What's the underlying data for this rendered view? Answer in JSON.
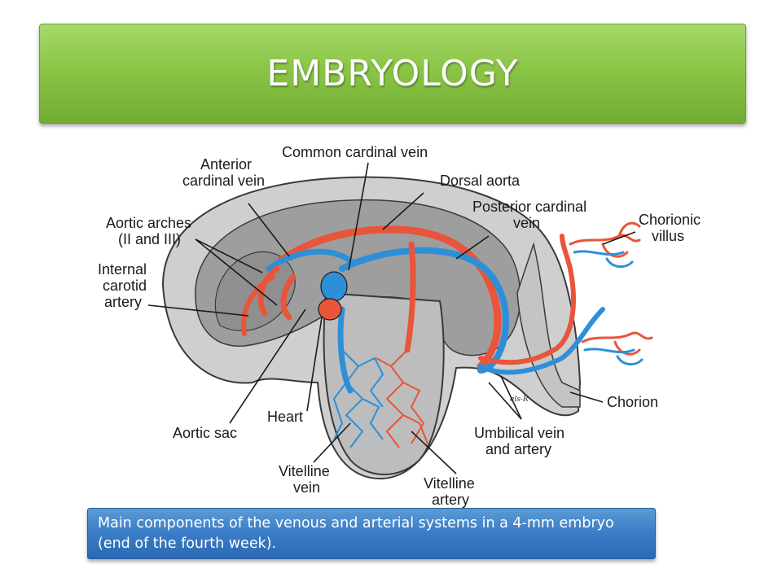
{
  "slide": {
    "title": "EMBRYOLOGY",
    "caption": "Main components of the venous and arterial systems in a 4-mm embryo (end of the fourth week)."
  },
  "diagram": {
    "labels": {
      "common_cardinal_vein": "Common cardinal vein",
      "anterior_cardinal_vein": [
        "Anterior",
        "cardinal vein"
      ],
      "dorsal_aorta": "Dorsal aorta",
      "posterior_cardinal_vein": [
        "Posterior cardinal",
        "vein"
      ],
      "aortic_arches": [
        "Aortic arches",
        "(II and III)"
      ],
      "chorionic_villus": [
        "Chorionic",
        "villus"
      ],
      "internal_carotid_artery": [
        "Internal",
        "carotid",
        "artery"
      ],
      "aortic_sac": "Aortic sac",
      "heart": "Heart",
      "vitelline_vein": [
        "Vitelline",
        "vein"
      ],
      "vitelline_artery": [
        "Vitelline",
        "artery"
      ],
      "umbilical_vein_artery": [
        "Umbilical vein",
        "and artery"
      ],
      "chorion": "Chorion",
      "signature": "els-R"
    },
    "colors": {
      "artery": "#e8553a",
      "vein": "#2e8fd8",
      "tissue_dark": "#7a7a7a",
      "tissue_mid": "#a8a8a8",
      "tissue_light": "#d6d6d6"
    }
  }
}
